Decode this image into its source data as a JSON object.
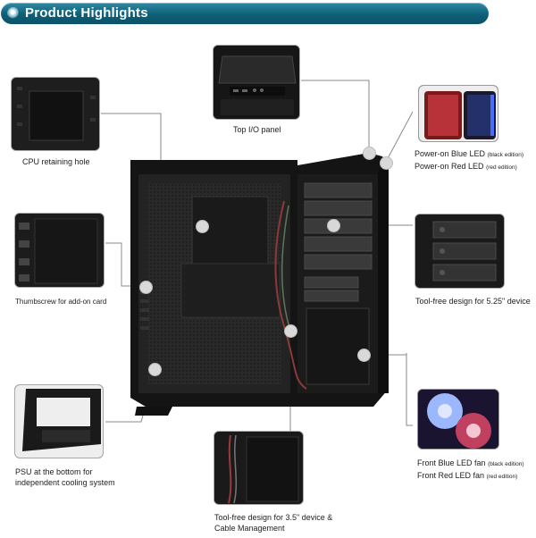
{
  "header": {
    "title": "Product Highlights"
  },
  "captions": {
    "cpu": "CPU retaining hole",
    "io": "Top I/O panel",
    "led_line1": "Power-on Blue LED",
    "led_line1_note": "(black edition)",
    "led_line2": "Power-on Red LED",
    "led_line2_note": "(red edition)",
    "thumbscrew": "Thumbscrew for add-on card",
    "toolfree525": "Tool-free design for 5.25\" device",
    "psu_line1": "PSU at the bottom for",
    "psu_line2": "independent cooling system",
    "fan_line1": "Front Blue LED fan",
    "fan_line1_note": "(black edition)",
    "fan_line2": "Front Red LED fan",
    "fan_line2_note": "(red edition)",
    "toolfree35_line1": "Tool-free design for 3.5\" device &",
    "toolfree35_line2": "Cable Management"
  }
}
